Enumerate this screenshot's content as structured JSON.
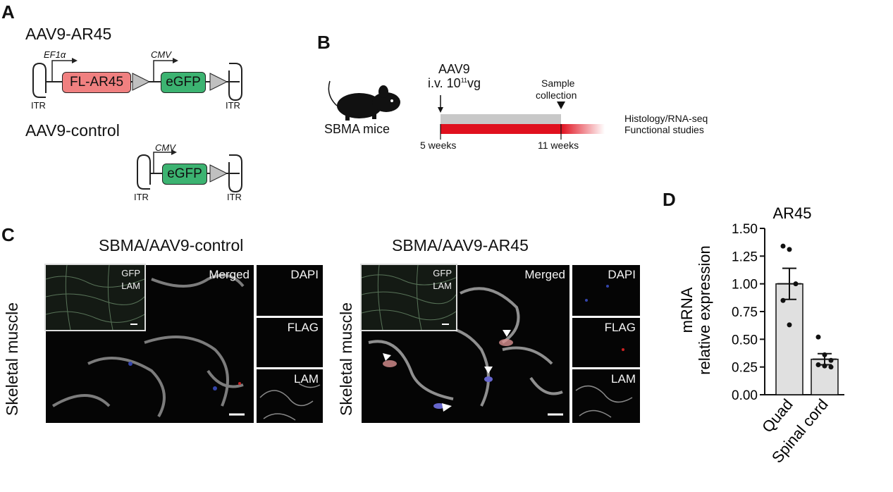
{
  "panel_a": {
    "letter": "A",
    "construct1": {
      "title": "AAV9-AR45",
      "promoter1": "EF1α",
      "gene1": "FL-AR45",
      "promoter2": "CMV",
      "gene2": "eGFP",
      "itr_left": "ITR",
      "itr_right": "ITR"
    },
    "construct2": {
      "title": "AAV9-control",
      "promoter": "CMV",
      "gene": "eGFP",
      "itr_left": "ITR",
      "itr_right": "ITR"
    },
    "colors": {
      "fl_ar45": "#f08080",
      "egfp": "#3cb371",
      "triangle": "#c0c0c0"
    }
  },
  "panel_b": {
    "letter": "B",
    "mouse_label": "SBMA mice",
    "injection_line1": "AAV9",
    "injection_line2_prefix": "i.v. 10",
    "injection_exponent": "11",
    "injection_line2_suffix": "vg",
    "sample_line1": "Sample",
    "sample_line2": "collection",
    "start_label": "5 weeks",
    "end_label": "11 weeks",
    "bar1_label": "Histology/RNA-seq",
    "bar2_label": "Functional studies",
    "colors": {
      "gray_bar": "#c8c8c8",
      "red_bar": "#e0101e"
    }
  },
  "panel_c": {
    "letter": "C",
    "left": {
      "title": "SBMA/AAV9-control",
      "side_label": "Skeletal muscle",
      "merged": "Merged",
      "inset1": "GFP",
      "inset2": "LAM",
      "dapi": "DAPI",
      "flag": "FLAG",
      "lam": "LAM"
    },
    "right": {
      "title": "SBMA/AAV9-AR45",
      "side_label": "Skeletal muscle",
      "merged": "Merged",
      "inset1": "GFP",
      "inset2": "LAM",
      "dapi": "DAPI",
      "flag": "FLAG",
      "lam": "LAM"
    }
  },
  "panel_d": {
    "letter": "D",
    "chart_data": {
      "type": "bar",
      "title": "AR45",
      "ylabel_line1": "mRNA",
      "ylabel_line2": "relative expression",
      "categories": [
        "Quad",
        "Spinal cord"
      ],
      "values": [
        1.0,
        0.32
      ],
      "errors": [
        0.14,
        0.05
      ],
      "points": [
        [
          1.34,
          1.31,
          1.0,
          0.85,
          0.63
        ],
        [
          0.52,
          0.36,
          0.31,
          0.27,
          0.26,
          0.25
        ]
      ],
      "ylim": [
        0,
        1.5
      ],
      "yticks": [
        "0.00",
        "0.25",
        "0.50",
        "0.75",
        "1.00",
        "1.25",
        "1.50"
      ],
      "grid": false,
      "bar_color": "#e0e0e0"
    }
  }
}
